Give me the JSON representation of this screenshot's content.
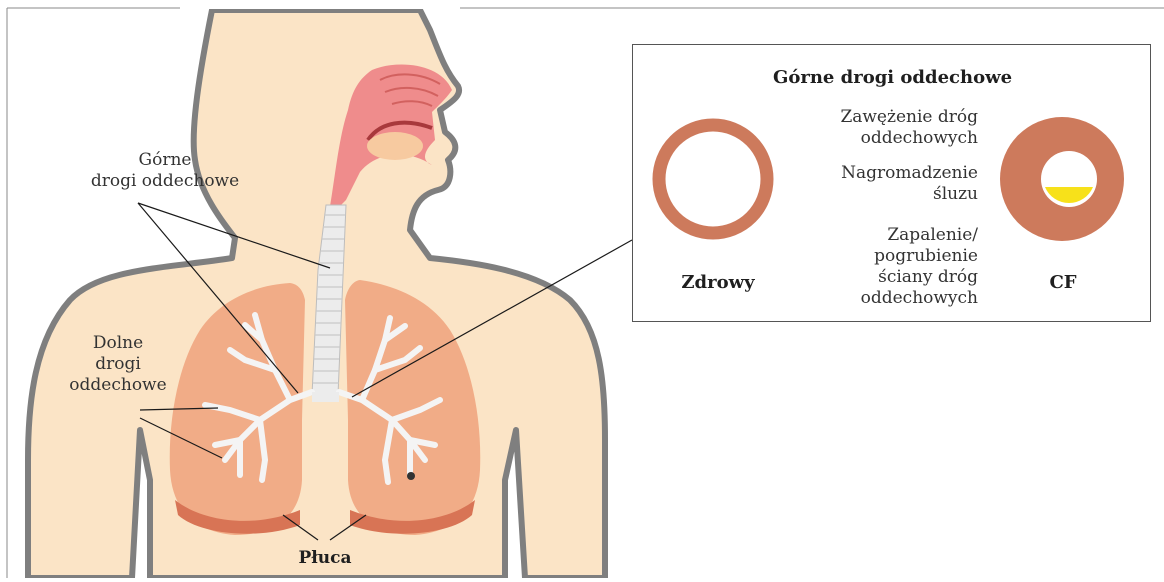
{
  "labels": {
    "upper_airways": "Górne\ndrogi oddechowe",
    "lower_airways": "Dolne\ndrogi\noddechowe",
    "lungs": "Płuca"
  },
  "inset": {
    "title": "Górne drogi oddechowe",
    "healthy_label": "Zdrowy",
    "cf_label": "CF",
    "annotations": {
      "narrowing": "Zawężenie dróg\noddechowych",
      "mucus": "Nagromadzenie\nśluzu",
      "inflammation": "Zapalenie/\npogrubienie\nściany dróg\noddechowych"
    }
  },
  "colors": {
    "skin": "#fbe4c6",
    "outline": "#7f7f7f",
    "lung": "#f0a57f",
    "airway_wall": "#cd7a5c",
    "mucus": "#f7e11a",
    "nasal": "#ef8c8c"
  }
}
